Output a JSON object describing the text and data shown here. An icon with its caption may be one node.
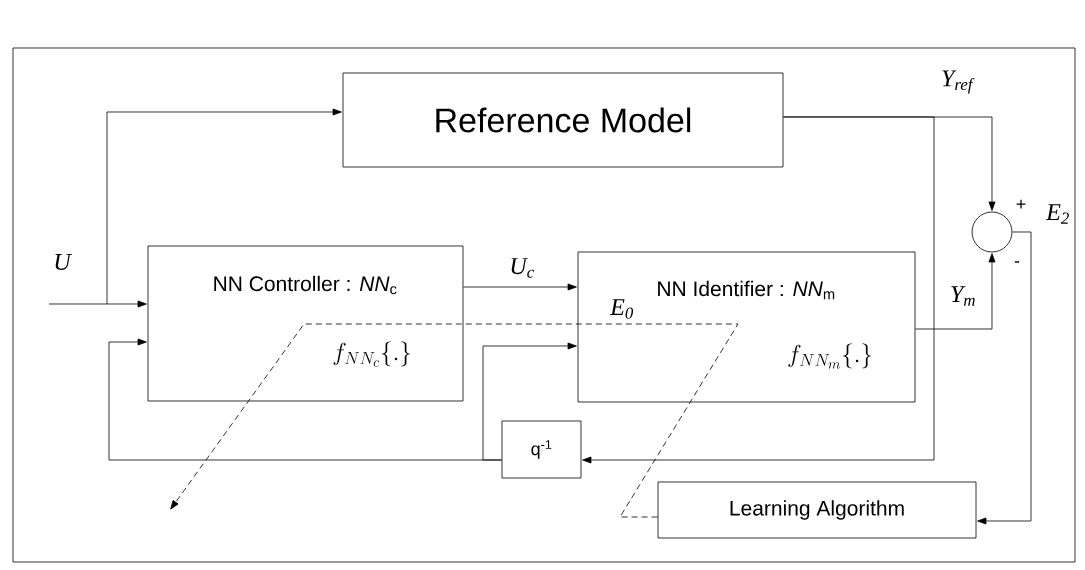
{
  "diagram": {
    "nodes": [
      {
        "text": [
          "Reference Model"
        ]
      },
      {
        "text": [
          "NN Controller : *NN*$_{c}$",
          "f_{NN_c}\\{.\\}"
        ]
      },
      {
        "text": [
          "NN Identifier : *NN*$_{m}$",
          "f_{NN_m}\\{.\\}"
        ]
      },
      {
        "text": [],
        "shape": "circle"
      },
      {
        "text": [
          "q$^{-1}$"
        ]
      },
      {
        "text": [
          "Learning Algorithm"
        ]
      }
    ],
    "edges": [
      {
        "from": null,
        "to": 1,
        "arrow": "to",
        "label": "U"
      },
      {
        "from": null,
        "to": 0,
        "arrow": "to"
      },
      {
        "from": 1,
        "to": 2,
        "arrow": "to",
        "label": "U$_{c}$"
      },
      {
        "from": 0,
        "to": 3,
        "arrow": "to",
        "label": "Y$_{ref}$"
      },
      {
        "from": 0,
        "to": 4,
        "arrow": "to"
      },
      {
        "from": 4,
        "to": 1,
        "arrow": "to"
      },
      {
        "from": 4,
        "to": 2,
        "arrow": "to"
      },
      {
        "from": 2,
        "to": 3,
        "arrow": "to",
        "label": "Y$_{m}$"
      },
      {
        "from": 3,
        "to": 5,
        "arrow": "to",
        "label": "E$_{2}$"
      },
      {
        "from": 5,
        "to": null,
        "arrow": "to",
        "style": "dashed",
        "label": "E$_{0}$"
      }
    ],
    "labels": [
      "+",
      "-"
    ]
  }
}
